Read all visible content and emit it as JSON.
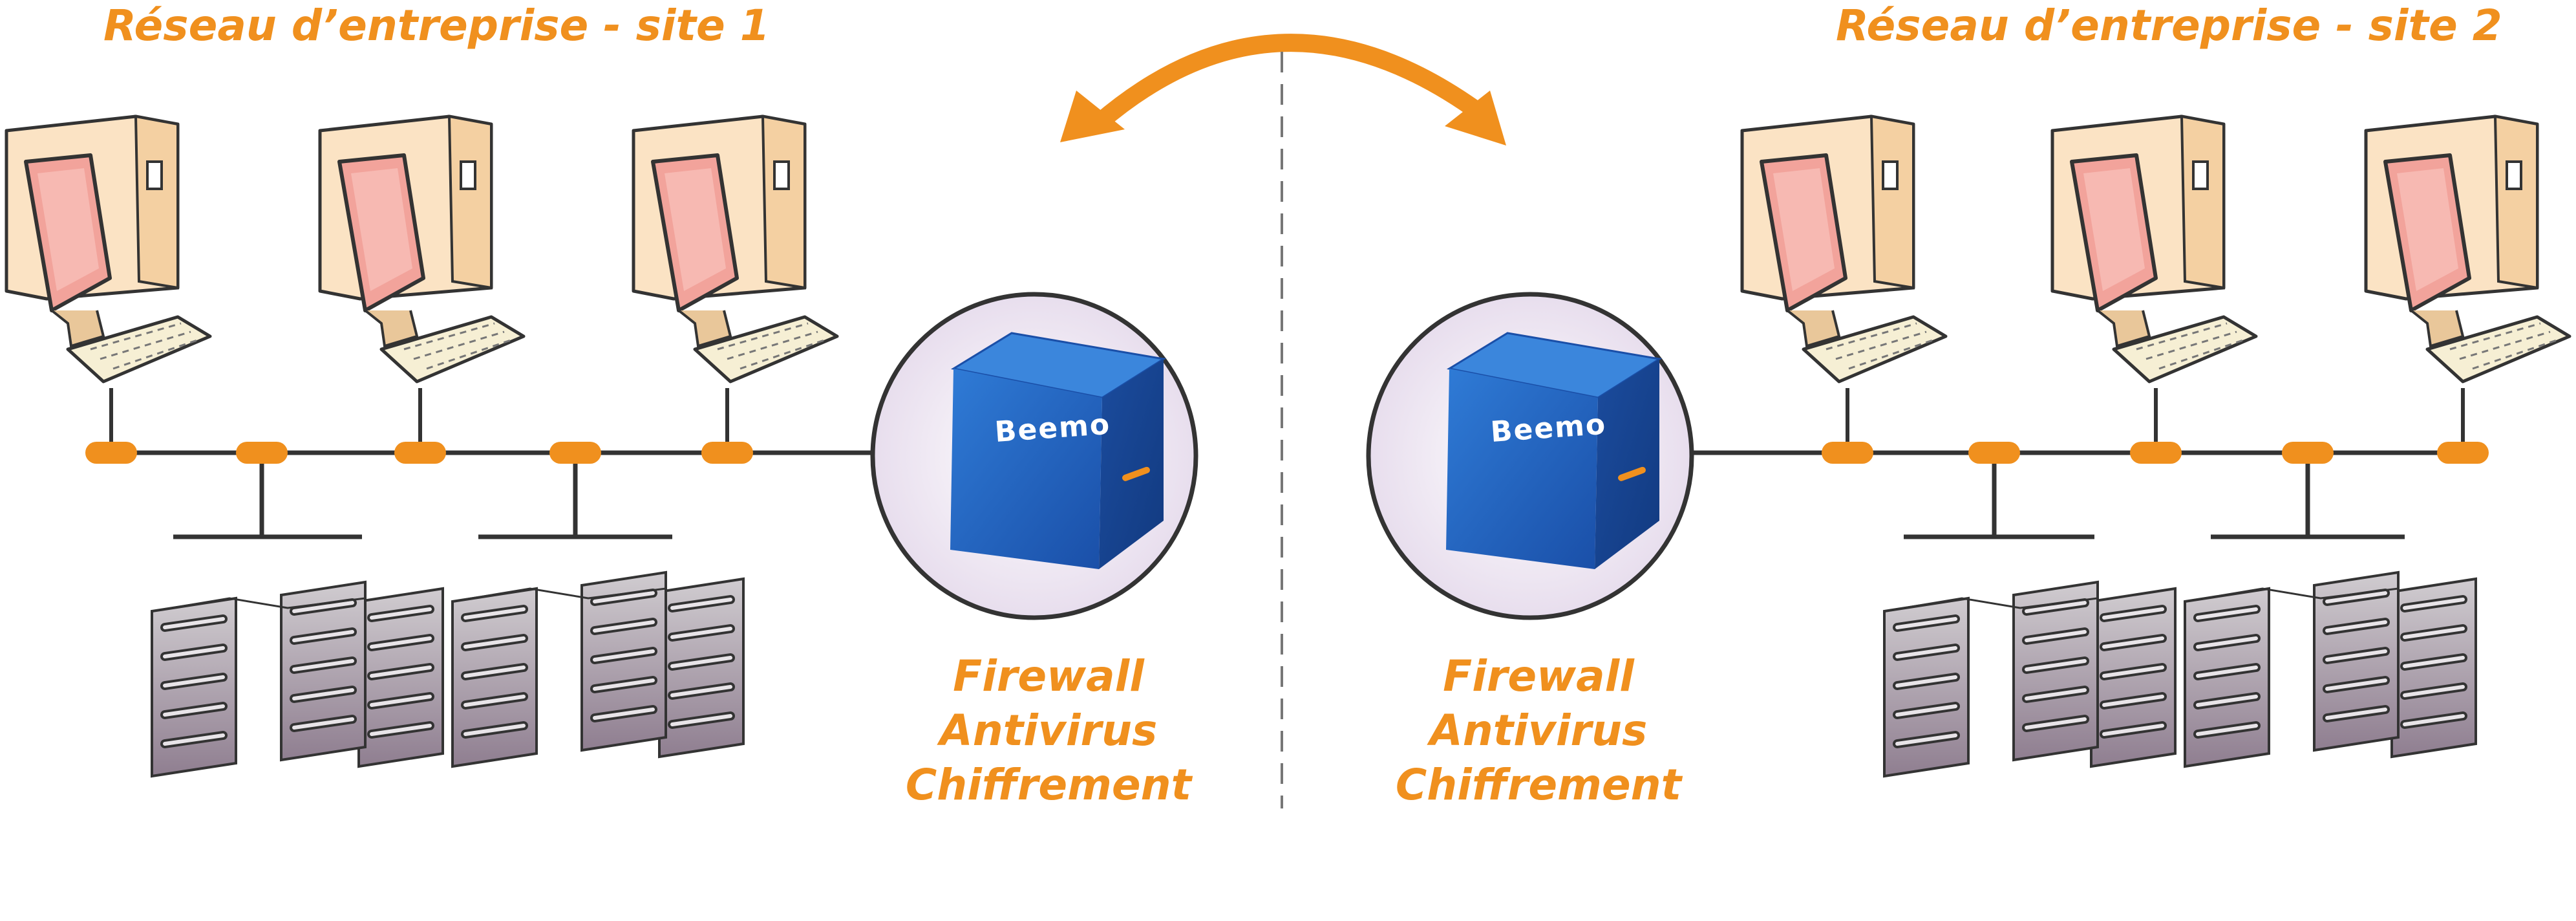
{
  "colors": {
    "accent": "#F0901E",
    "line": "#333333",
    "tower_face": "#FBE3C4",
    "screen": "#F2A39B",
    "keyboard": "#F6EFD4",
    "server": "#B9B4B9",
    "box": "#1E5CB8",
    "circle_bg": "#EEE6F2"
  },
  "sites": [
    {
      "title": "Réseau d’entreprise - site 1"
    },
    {
      "title": "Réseau d’entreprise - site 2"
    }
  ],
  "appliances": [
    {
      "brand": "Beemo",
      "features": [
        "Firewall",
        "Antivirus",
        "Chiffrement"
      ]
    },
    {
      "brand": "Beemo",
      "features": [
        "Firewall",
        "Antivirus",
        "Chiffrement"
      ]
    }
  ],
  "icons": [
    "computer-icon",
    "server-rack-icon",
    "backup-box-icon",
    "sync-arrow-icon"
  ]
}
